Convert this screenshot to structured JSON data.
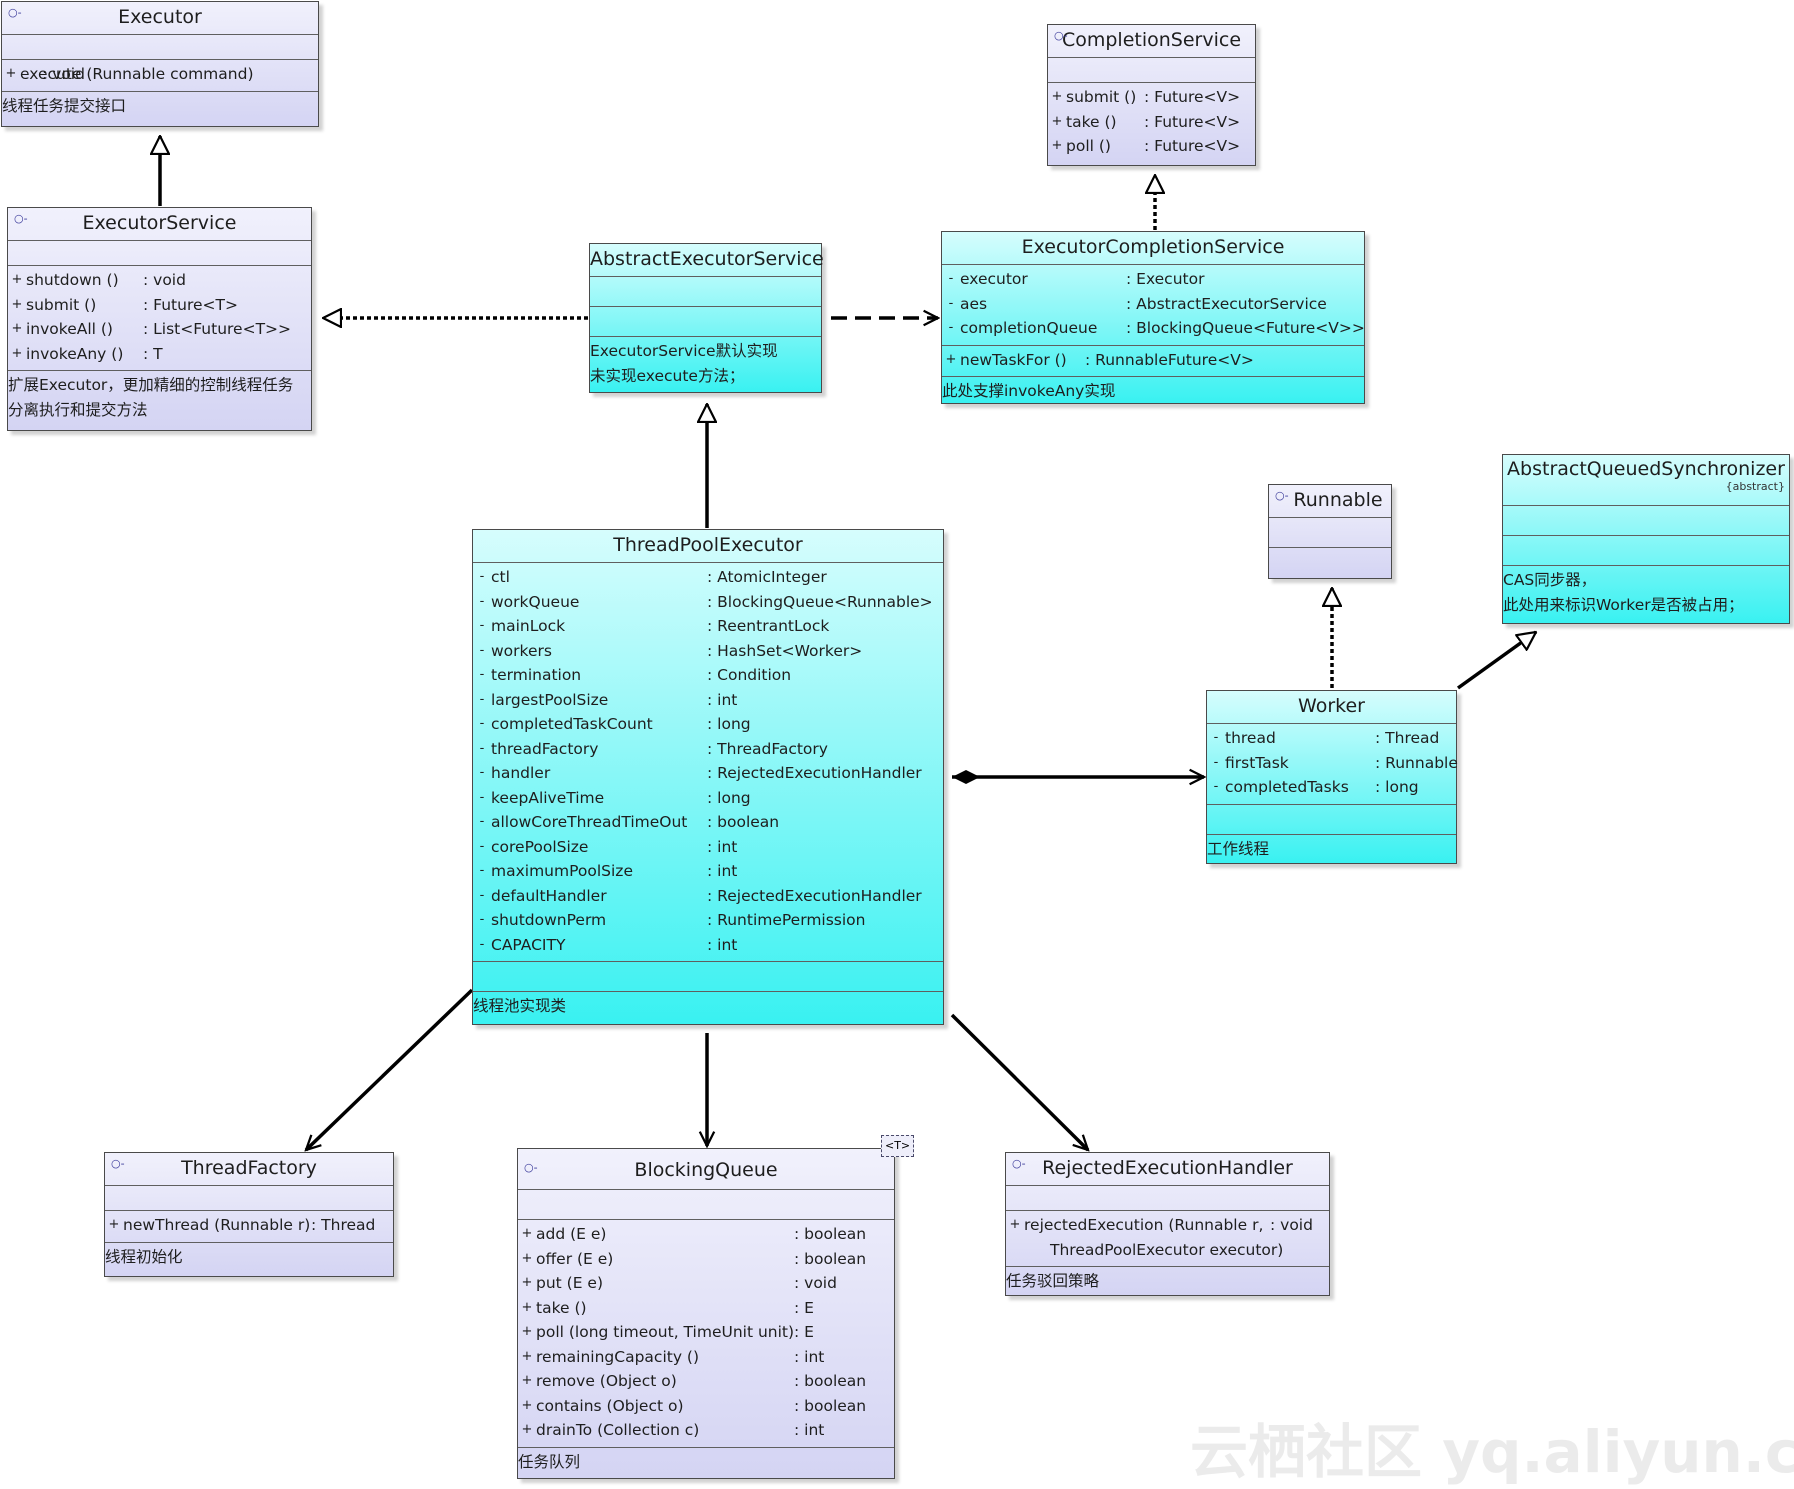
{
  "classes": {
    "executor": {
      "name": "Executor",
      "operations": [
        {
          "vis": "+",
          "name": "execute (Runnable command)",
          "type": ": void"
        }
      ],
      "note": [
        "线程任务提交接口"
      ]
    },
    "executor_service": {
      "name": "ExecutorService",
      "operations": [
        {
          "vis": "+",
          "name": "shutdown ()",
          "type": ": void"
        },
        {
          "vis": "+",
          "name": "submit ()",
          "type": ": Future<T>"
        },
        {
          "vis": "+",
          "name": "invokeAll ()",
          "type": ": List<Future<T>>"
        },
        {
          "vis": "+",
          "name": "invokeAny ()",
          "type": ": T"
        }
      ],
      "note": [
        "扩展Executor，更加精细的控制线程任务",
        "分离执行和提交方法"
      ]
    },
    "abstract_executor_service": {
      "name": "AbstractExecutorService",
      "note": [
        "ExecutorService默认实现",
        "未实现execute方法；"
      ]
    },
    "completion_service": {
      "name": "CompletionService",
      "operations": [
        {
          "vis": "+",
          "name": "submit ()",
          "type": ": Future<V>"
        },
        {
          "vis": "+",
          "name": "take ()",
          "type": ": Future<V>"
        },
        {
          "vis": "+",
          "name": "poll ()",
          "type": ": Future<V>"
        }
      ]
    },
    "executor_completion_service": {
      "name": "ExecutorCompletionService",
      "attributes": [
        {
          "vis": "-",
          "name": "executor",
          "type": ": Executor"
        },
        {
          "vis": "-",
          "name": "aes",
          "type": ": AbstractExecutorService"
        },
        {
          "vis": "-",
          "name": "completionQueue",
          "type": ": BlockingQueue<Future<V>>"
        }
      ],
      "operations": [
        {
          "vis": "+",
          "name": "newTaskFor ()",
          "type": ": RunnableFuture<V>"
        }
      ],
      "note": [
        "此处支撑invokeAny实现"
      ]
    },
    "runnable": {
      "name": "Runnable"
    },
    "aqs": {
      "name": "AbstractQueuedSynchronizer",
      "stereotype": "{abstract}",
      "note": [
        "CAS同步器，",
        "此处用来标识Worker是否被占用；"
      ]
    },
    "thread_pool_executor": {
      "name": "ThreadPoolExecutor",
      "attributes": [
        {
          "vis": "-",
          "name": "ctl",
          "type": ": AtomicInteger"
        },
        {
          "vis": "-",
          "name": "workQueue",
          "type": ": BlockingQueue<Runnable>"
        },
        {
          "vis": "-",
          "name": "mainLock",
          "type": ": ReentrantLock"
        },
        {
          "vis": "-",
          "name": "workers",
          "type": ": HashSet<Worker>"
        },
        {
          "vis": "-",
          "name": "termination",
          "type": ": Condition"
        },
        {
          "vis": "-",
          "name": "largestPoolSize",
          "type": ": int"
        },
        {
          "vis": "-",
          "name": "completedTaskCount",
          "type": ": long"
        },
        {
          "vis": "-",
          "name": "threadFactory",
          "type": ": ThreadFactory"
        },
        {
          "vis": "-",
          "name": "handler",
          "type": ": RejectedExecutionHandler"
        },
        {
          "vis": "-",
          "name": "keepAliveTime",
          "type": ": long"
        },
        {
          "vis": "-",
          "name": "allowCoreThreadTimeOut",
          "type": ": boolean"
        },
        {
          "vis": "-",
          "name": "corePoolSize",
          "type": ": int"
        },
        {
          "vis": "-",
          "name": "maximumPoolSize",
          "type": ": int"
        },
        {
          "vis": "-",
          "name": "defaultHandler",
          "type": ": RejectedExecutionHandler"
        },
        {
          "vis": "-",
          "name": "shutdownPerm",
          "type": ": RuntimePermission"
        },
        {
          "vis": "-",
          "name": "CAPACITY",
          "type": ": int"
        }
      ],
      "note": [
        "线程池实现类"
      ]
    },
    "worker": {
      "name": "Worker",
      "attributes": [
        {
          "vis": "-",
          "name": "thread",
          "type": ": Thread"
        },
        {
          "vis": "-",
          "name": "firstTask",
          "type": ": Runnable"
        },
        {
          "vis": "-",
          "name": "completedTasks",
          "type": ": long"
        }
      ],
      "note": [
        "工作线程"
      ]
    },
    "thread_factory": {
      "name": "ThreadFactory",
      "operations": [
        {
          "vis": "+",
          "name": "newThread (Runnable r)",
          "type": ": Thread"
        }
      ],
      "note": [
        "线程初始化"
      ]
    },
    "blocking_queue": {
      "name": "BlockingQueue",
      "template": "<T>",
      "operations": [
        {
          "vis": "+",
          "name": "add (E e)",
          "type": ": boolean"
        },
        {
          "vis": "+",
          "name": "offer (E e)",
          "type": ": boolean"
        },
        {
          "vis": "+",
          "name": "put (E e)",
          "type": ": void"
        },
        {
          "vis": "+",
          "name": "take ()",
          "type": ": E"
        },
        {
          "vis": "+",
          "name": "poll (long timeout, TimeUnit unit)",
          "type": ": E"
        },
        {
          "vis": "+",
          "name": "remainingCapacity ()",
          "type": ": int"
        },
        {
          "vis": "+",
          "name": "remove (Object o)",
          "type": ": boolean"
        },
        {
          "vis": "+",
          "name": "contains (Object o)",
          "type": ": boolean"
        },
        {
          "vis": "+",
          "name": "drainTo (Collection c)",
          "type": ": int"
        }
      ],
      "note": [
        "任务队列"
      ]
    },
    "rejected_execution_handler": {
      "name": "RejectedExecutionHandler",
      "operations": [
        {
          "vis": "+",
          "name": "rejectedExecution (Runnable r,",
          "type": ": void"
        },
        {
          "vis": "",
          "name": "ThreadPoolExecutor executor)",
          "type": ""
        }
      ],
      "note": [
        "任务驳回策略"
      ]
    }
  },
  "relations": [
    {
      "from": "executor_service",
      "to": "executor",
      "kind": "generalization"
    },
    {
      "from": "abstract_executor_service",
      "to": "executor_service",
      "kind": "realization"
    },
    {
      "from": "abstract_executor_service",
      "to": "executor_completion_service",
      "kind": "dependency"
    },
    {
      "from": "executor_completion_service",
      "to": "completion_service",
      "kind": "realization"
    },
    {
      "from": "thread_pool_executor",
      "to": "abstract_executor_service",
      "kind": "generalization"
    },
    {
      "from": "thread_pool_executor",
      "to": "worker",
      "kind": "composition"
    },
    {
      "from": "worker",
      "to": "runnable",
      "kind": "realization"
    },
    {
      "from": "worker",
      "to": "aqs",
      "kind": "generalization"
    },
    {
      "from": "thread_pool_executor",
      "to": "thread_factory",
      "kind": "association"
    },
    {
      "from": "thread_pool_executor",
      "to": "blocking_queue",
      "kind": "association"
    },
    {
      "from": "thread_pool_executor",
      "to": "rejected_execution_handler",
      "kind": "association"
    }
  ],
  "watermark": "云栖社区 yq.aliyun.com",
  "colors": {
    "interface_fill": "#d8d8f4",
    "class_fill": "#39f1f1",
    "border": "#4a4a4a",
    "line": "#000000"
  }
}
